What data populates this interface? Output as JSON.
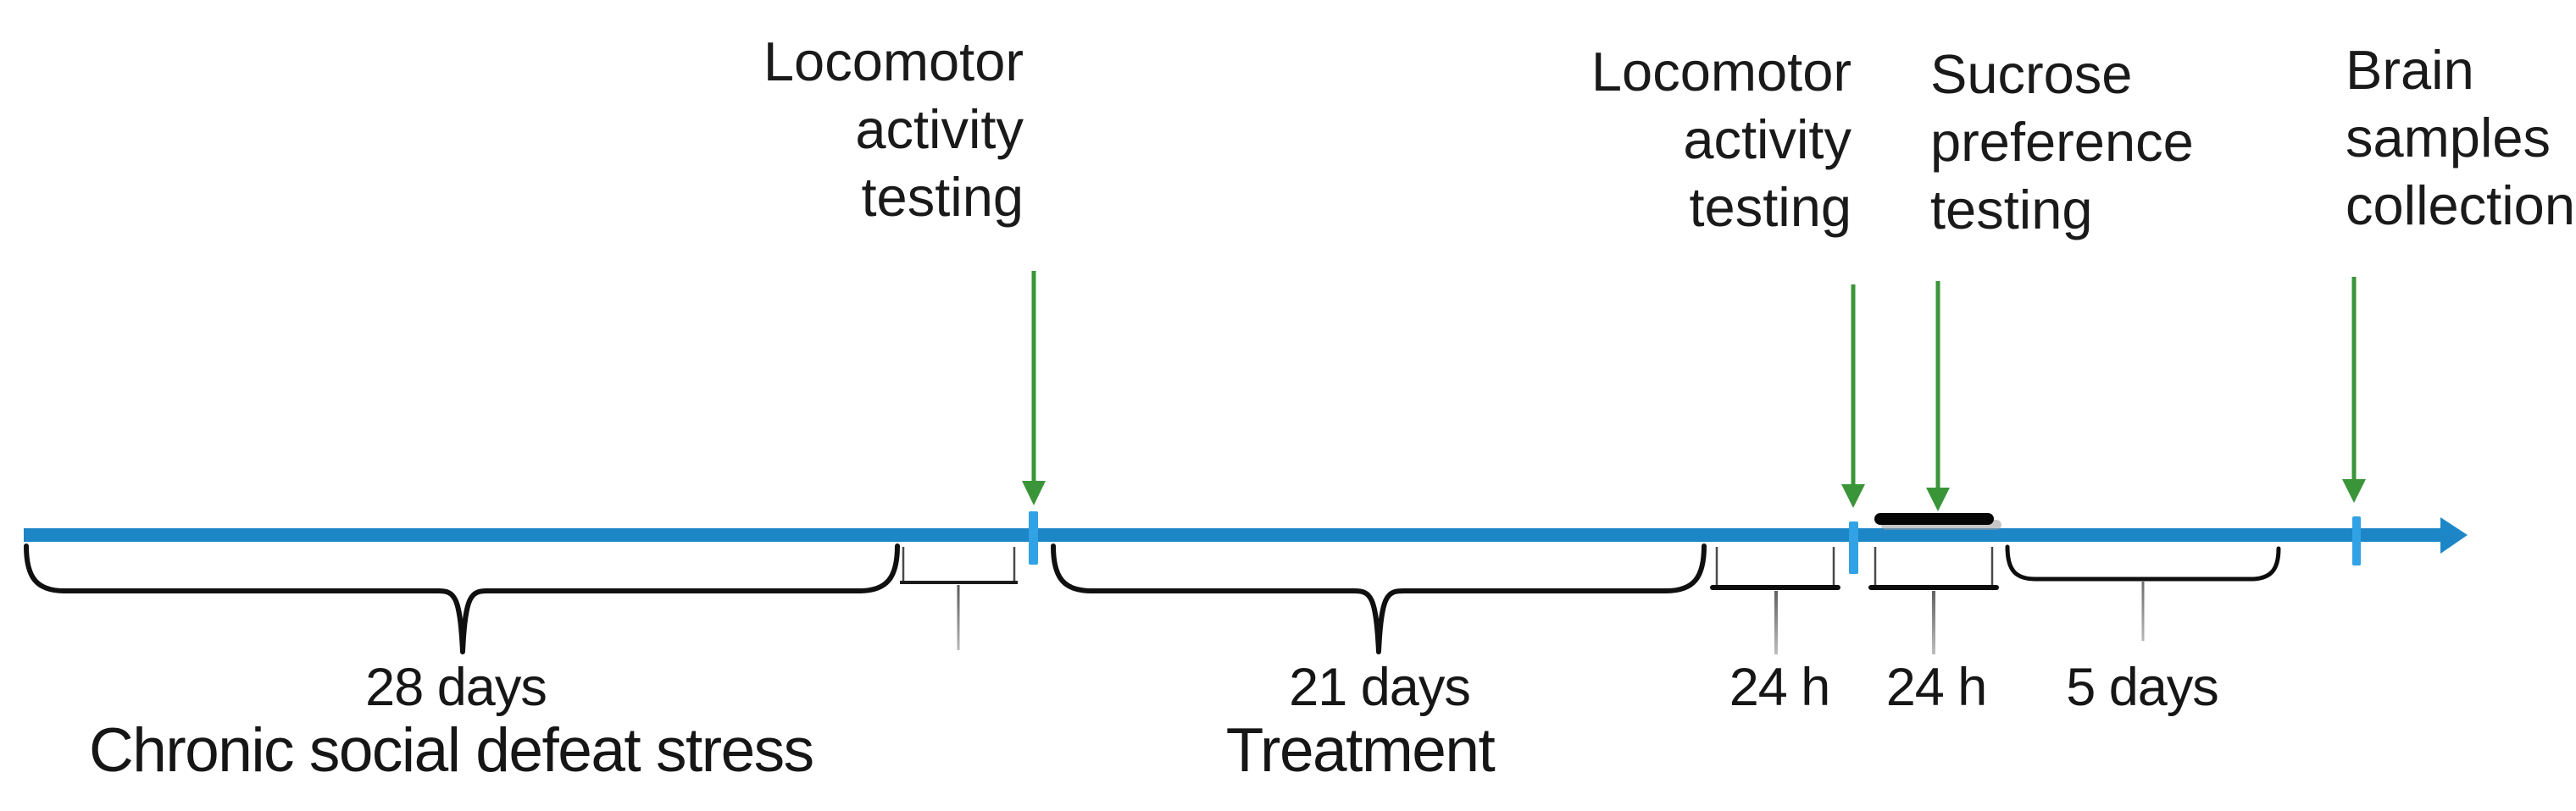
{
  "figure": {
    "kind": "experimental-timeline-diagram"
  },
  "colors": {
    "timeline": "#1d86c6",
    "tick": "#31a2e5",
    "arrow": "#3a9539",
    "bar": "#060606",
    "bar_shadow": "#999999",
    "brace": "#101010",
    "bracket": "#0d0d0d",
    "bracket_thin": "#4a4a4a",
    "text": "#1a1a1a"
  },
  "events": [
    {
      "id": "locomotor-activity-testing-1",
      "lines": [
        "Locomotor",
        "activity",
        "testing"
      ]
    },
    {
      "id": "locomotor-activity-testing-2",
      "lines": [
        "Locomotor",
        "activity",
        "testing"
      ]
    },
    {
      "id": "sucrose-preference-testing",
      "lines": [
        "Sucrose",
        "preference",
        "testing"
      ]
    },
    {
      "id": "brain-samples-collection",
      "lines": [
        "Brain",
        "samples",
        "collection"
      ]
    }
  ],
  "durations": [
    {
      "id": "chronic-stress-duration",
      "label": "28 days"
    },
    {
      "id": "treatment-duration",
      "label": "21 days"
    },
    {
      "id": "post-treatment-24h",
      "label": "24 h"
    },
    {
      "id": "sucrose-24h",
      "label": "24 h"
    },
    {
      "id": "final-5-days",
      "label": "5 days"
    }
  ],
  "phases": [
    {
      "id": "phase-stress",
      "label": "Chronic social defeat stress"
    },
    {
      "id": "phase-treatment",
      "label": "Treatment"
    }
  ]
}
